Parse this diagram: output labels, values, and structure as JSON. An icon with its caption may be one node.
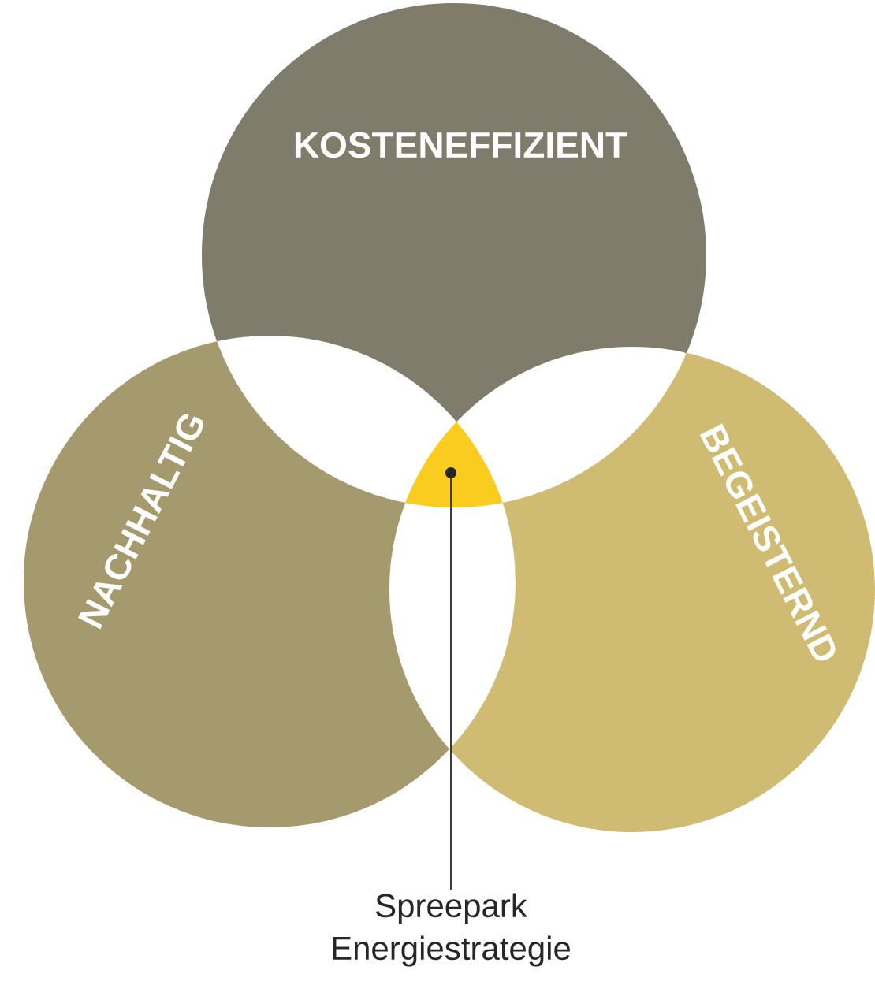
{
  "diagram": {
    "nodes": [
      {
        "text": [
          "KOSTENEFFIZIENT"
        ]
      },
      {
        "text": [
          "NACHHALTIG"
        ]
      },
      {
        "text": [
          "BEGEISTERND"
        ]
      },
      {
        "text": [],
        "shape": "triangle"
      },
      {
        "text": [
          "Spreepark Energiestrategie"
        ]
      }
    ],
    "edges": [
      {
        "from": 4,
        "to": 3,
        "arrow": "other"
      }
    ]
  }
}
